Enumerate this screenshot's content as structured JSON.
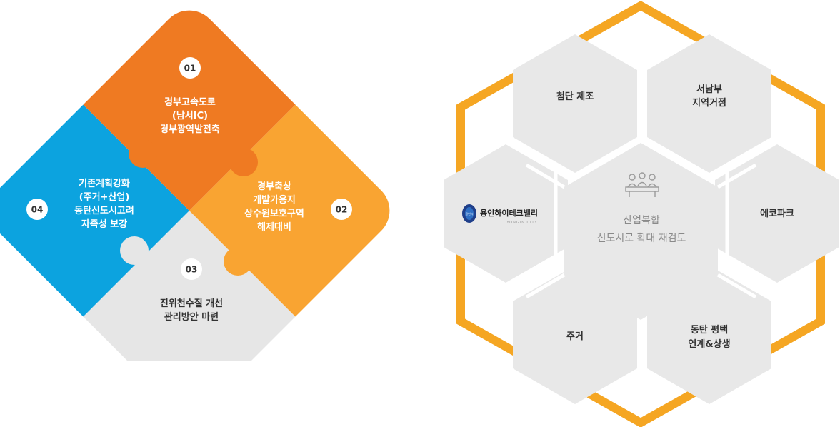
{
  "puzzle": {
    "pieces": [
      {
        "id": "01",
        "color": "#ef7a22",
        "lines": [
          "경부고속도로",
          "(남서IC)",
          "경부광역발전축"
        ]
      },
      {
        "id": "02",
        "color": "#f9a432",
        "lines": [
          "경부축상",
          "개발가용지",
          "상수원보호구역",
          "해제대비"
        ]
      },
      {
        "id": "03",
        "color": "#e6e6e6",
        "lines": [
          "진위천수질 개선",
          "관리방안 마련"
        ]
      },
      {
        "id": "04",
        "color": "#0ca3df",
        "lines": [
          "기존계획강화",
          "(주거+산업)",
          "동탄신도시고려",
          "자족성 보강"
        ]
      }
    ]
  },
  "hexagon": {
    "frame_color": "#f5a623",
    "hex_color": "#e8e8e8",
    "center": {
      "icon": "meeting-people-icon",
      "lines": [
        "산업복합",
        "신도시로 확대 재검토"
      ]
    },
    "cells": [
      {
        "name": "top-left",
        "lines": [
          "첨단 제조"
        ]
      },
      {
        "name": "top-right",
        "lines": [
          "서남부",
          "지역거점"
        ]
      },
      {
        "name": "right",
        "lines": [
          "에코파크"
        ]
      },
      {
        "name": "bottom-right",
        "lines": [
          "동탄 평택",
          "연계&상생"
        ]
      },
      {
        "name": "bottom-left",
        "lines": [
          "주거"
        ]
      }
    ],
    "logo": {
      "badge": "용인시",
      "text": "용인하이테크밸리",
      "sub": "YONGIN CITY"
    }
  }
}
